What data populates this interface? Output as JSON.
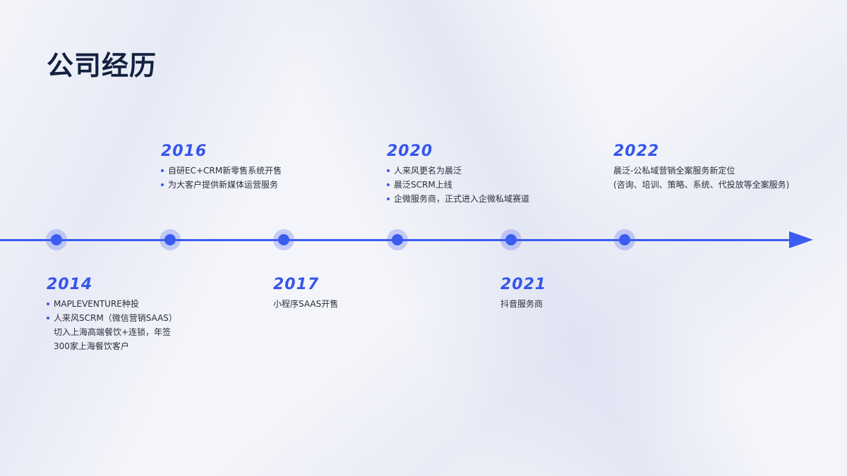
{
  "title": "公司经历",
  "colors": {
    "accent": "#3a5cf0",
    "text": "#2b2f3a",
    "title": "#13213f"
  },
  "events": [
    {
      "year": "2014",
      "items": [
        "MAPLEVENTURE种投",
        "人来风SCRM（微信营销SAAS）\n切入上海高端餐饮+连锁，年签\n300家上海餐饮客户"
      ]
    },
    {
      "year": "2016",
      "items": [
        "自研EC+CRM新零售系统开售",
        "为大客户提供新媒体运营服务"
      ]
    },
    {
      "year": "2017",
      "items": [
        "小程序SAAS开售"
      ]
    },
    {
      "year": "2020",
      "items": [
        "人来风更名为晨泛",
        "晨泛SCRM上线",
        "企微服务商，正式进入企微私域赛道"
      ]
    },
    {
      "year": "2021",
      "items": [
        "抖音服务商"
      ]
    },
    {
      "year": "2022",
      "items": [
        "晨泛-公私域营销全案服务新定位",
        "(咨询、培训、策略、系统、代投放等全案服务)"
      ]
    }
  ]
}
